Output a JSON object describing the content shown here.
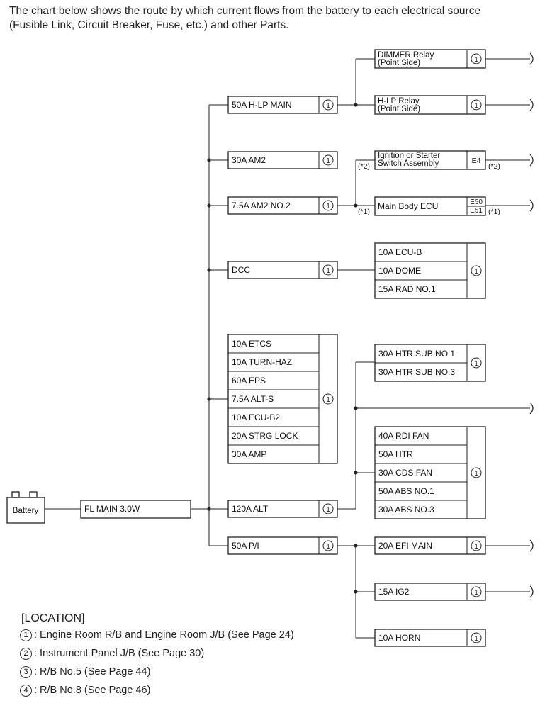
{
  "intro_text": "The chart below shows the route by which current flows from the battery to each electrical source\n(Fusible Link, Circuit Breaker, Fuse, etc.) and other Parts.",
  "battery": "Battery",
  "fl_main": "FL MAIN 3.0W",
  "circled_one": "1",
  "fuses": {
    "hlp_main": "50A H-LP MAIN",
    "am2": "30A AM2",
    "am2_no2": "7.5A AM2 NO.2",
    "dcc": "DCC",
    "group": [
      "10A ETCS",
      "10A TURN-HAZ",
      "60A EPS",
      "7.5A ALT-S",
      "10A ECU-B2",
      "20A STRG LOCK",
      "30A AMP"
    ],
    "alt": "120A ALT",
    "pi": "50A P/I"
  },
  "loads": {
    "dimmer_relay": [
      "DIMMER Relay",
      "(Point Side)"
    ],
    "hlp_relay": [
      "H-LP Relay",
      "(Point Side)"
    ],
    "ignition": [
      "Ignition or Starter",
      "Switch Assembly"
    ],
    "ignition_conn": "E4",
    "main_body_ecu": "Main Body ECU",
    "main_body_conn": [
      "E50",
      "E51"
    ],
    "note_2": "(*2)",
    "note_1": "(*1)",
    "dcc_group": [
      "10A ECU-B",
      "10A DOME",
      "15A RAD NO.1"
    ],
    "htr_group": [
      "30A HTR SUB NO.1",
      "30A HTR SUB NO.3"
    ],
    "alt_group": [
      "40A RDI FAN",
      "50A HTR",
      "30A CDS FAN",
      "50A ABS NO.1",
      "30A ABS NO.3"
    ],
    "efi_main": "20A EFI MAIN",
    "ig2": "15A IG2",
    "horn": "10A HORN"
  },
  "location": {
    "title": "[LOCATION]",
    "items": [
      {
        "num": "1",
        "text": ": Engine Room R/B and Engine Room J/B (See Page 24)"
      },
      {
        "num": "2",
        "text": ": Instrument Panel J/B (See Page 30)"
      },
      {
        "num": "3",
        "text": ": R/B No.5 (See Page 44)"
      },
      {
        "num": "4",
        "text": ": R/B No.8 (See Page 46)"
      }
    ]
  }
}
